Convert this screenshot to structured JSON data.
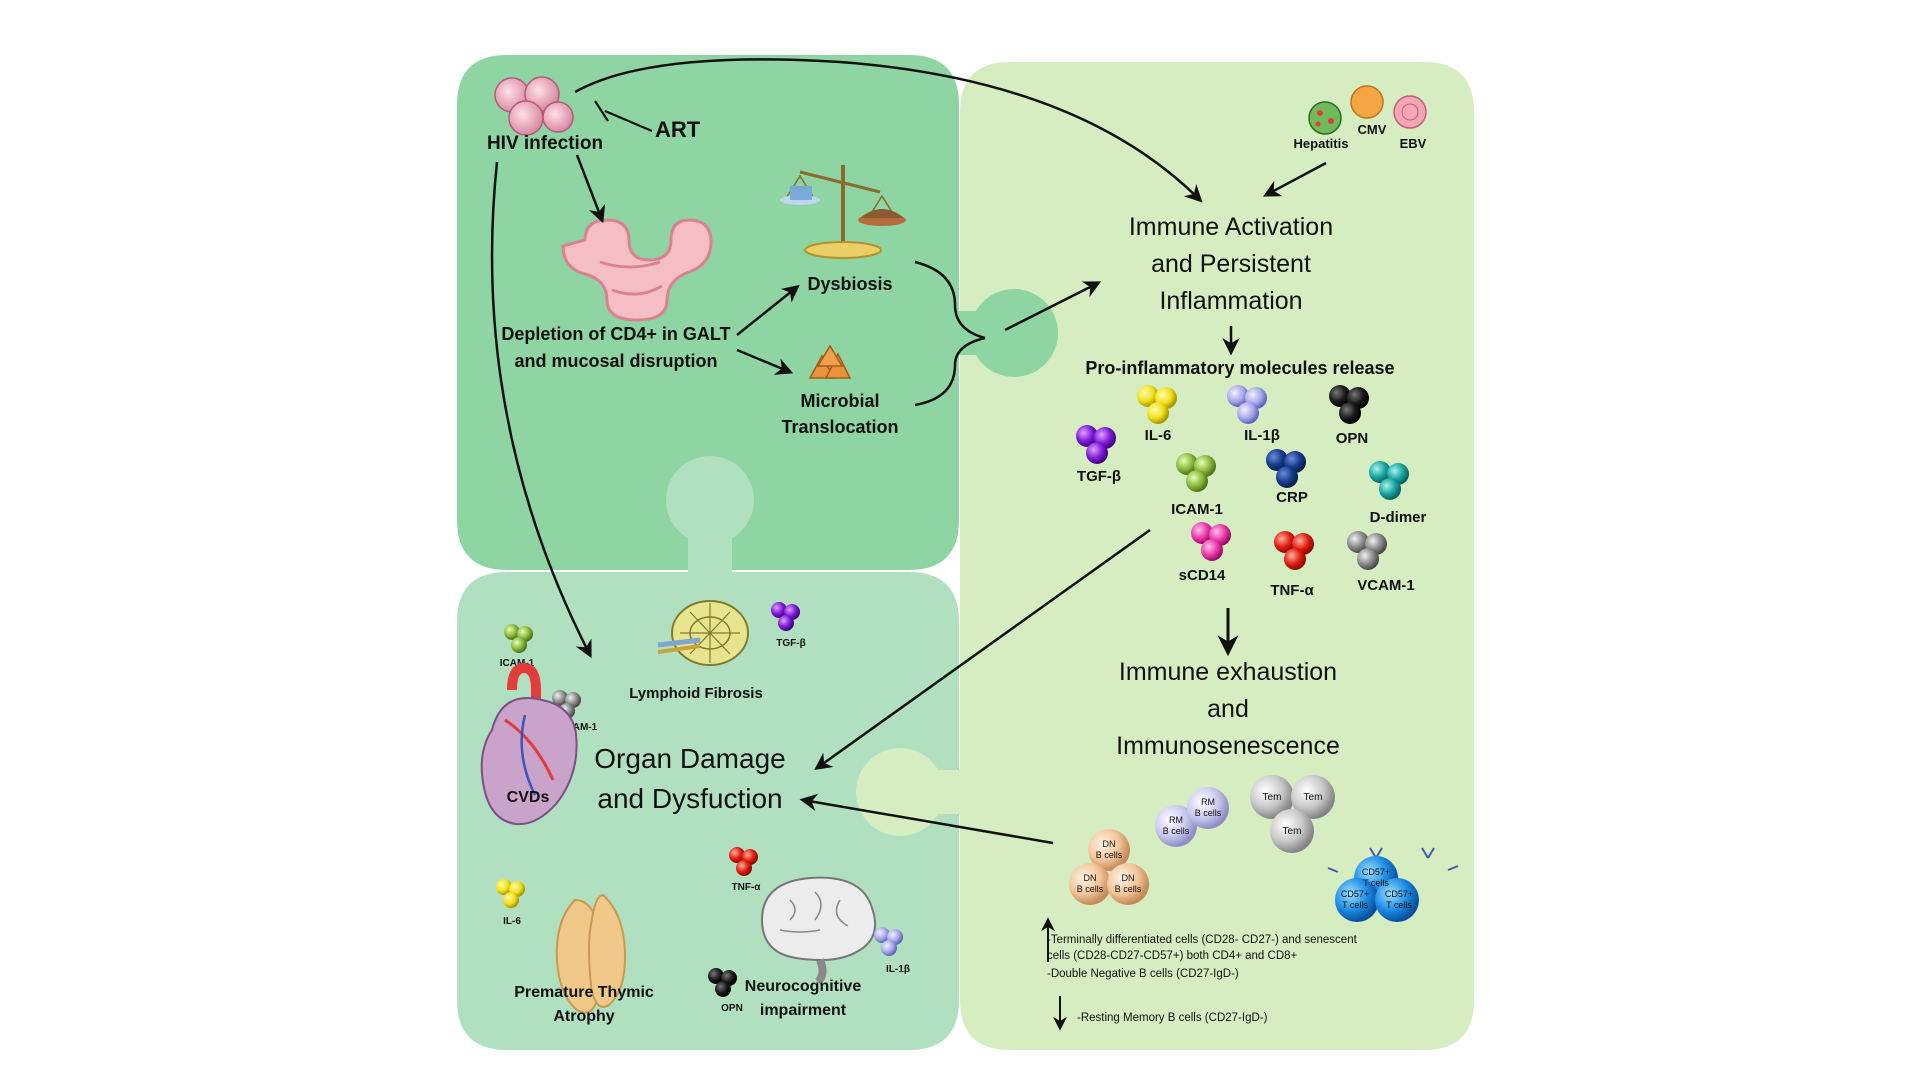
{
  "colors": {
    "top_left_panel": "#8fd5a3",
    "right_panel": "#d6edc2",
    "bottom_left_panel": "#b1e0c0",
    "arrow": "#111111"
  },
  "top_left": {
    "hiv_infection": "HIV infection",
    "art": "ART",
    "depletion_line1": "Depletion of CD4+ in GALT",
    "depletion_line2": "and mucosal disruption",
    "dysbiosis": "Dysbiosis",
    "microbial_line1": "Microbial",
    "microbial_line2": "Translocation"
  },
  "right": {
    "viruses": [
      "Hepatitis",
      "CMV",
      "EBV"
    ],
    "immune_line1": "Immune Activation",
    "immune_line2": "and Persistent",
    "immune_line3": "Inflammation",
    "pro_inflammatory": "Pro-inflammatory molecules release",
    "molecules": [
      "IL-6",
      "IL-1β",
      "OPN",
      "TGF-β",
      "ICAM-1",
      "CRP",
      "D-dimer",
      "sCD14",
      "TNF-α",
      "VCAM-1"
    ],
    "exhaustion_line1": "Immune exhaustion",
    "exhaustion_line2": "and",
    "exhaustion_line3": "Immunosenescence",
    "cells": {
      "rm_b": [
        "RM",
        "B cells"
      ],
      "tem": "Tem",
      "dn_b": [
        "DN",
        "B cells"
      ],
      "cd57": [
        "CD57+",
        "T cells"
      ]
    },
    "up_line1": "-Terminally differentiated cells (CD28- CD27-) and senescent",
    "up_line2": "cells (CD28-CD27-CD57+) both CD4+ and CD8+",
    "up_line3": "-Double Negative B cells (CD27-IgD-)",
    "down_line1": "-Resting Memory B cells (CD27-IgD-)"
  },
  "bottom_left": {
    "lymphoid_fibrosis": "Lymphoid Fibrosis",
    "tgf_beta": "TGF-β",
    "icam1": "ICAM-1",
    "vcam1": "VCAM-1",
    "cvds": "CVDs",
    "organ_line1": "Organ Damage",
    "organ_line2": "and Dysfuction",
    "il6": "IL-6",
    "tnf_alpha": "TNF-α",
    "il1b": "IL-1β",
    "opn": "OPN",
    "thymic_line1": "Premature Thymic",
    "thymic_line2": "Atrophy",
    "neuro_line1": "Neurocognitive",
    "neuro_line2": "impairment"
  }
}
